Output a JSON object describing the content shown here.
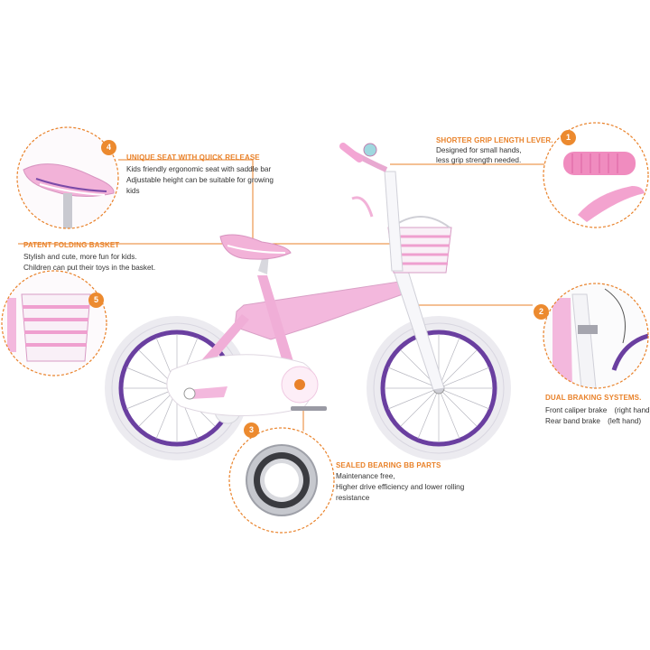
{
  "callouts": [
    {
      "number": "1",
      "title": "SHORTER GRIP LENGTH LEVER.",
      "lines": [
        "Designed for small hands,",
        "less grip strength needed."
      ]
    },
    {
      "number": "2",
      "title": "DUAL BRAKING SYSTEMS.",
      "lines": [
        "Front caliper brake　(right hand)",
        "Rear band brake　(left hand)"
      ]
    },
    {
      "number": "3",
      "title": "SEALED BEARING BB PARTS",
      "lines": [
        "Maintenance free,",
        "Higher drive efficiency and lower rolling",
        "resistance"
      ]
    },
    {
      "number": "4",
      "title": "UNIQUE SEAT WITH QUICK RELEASE",
      "lines": [
        "Kids friendly ergonomic seat with saddle bar",
        "Adjustable height can be suitable for growing",
        "kids"
      ]
    },
    {
      "number": "5",
      "title": "PATENT FOLDING BASKET",
      "lines": [
        "Stylish and cute, more fun for kids.",
        "Children can put their toys in the basket."
      ]
    }
  ],
  "colors": {
    "accent": "#ec8a2f",
    "frame": "#f3b8dd",
    "rim": "#6a3fa0",
    "tire": "#ecebf0"
  }
}
